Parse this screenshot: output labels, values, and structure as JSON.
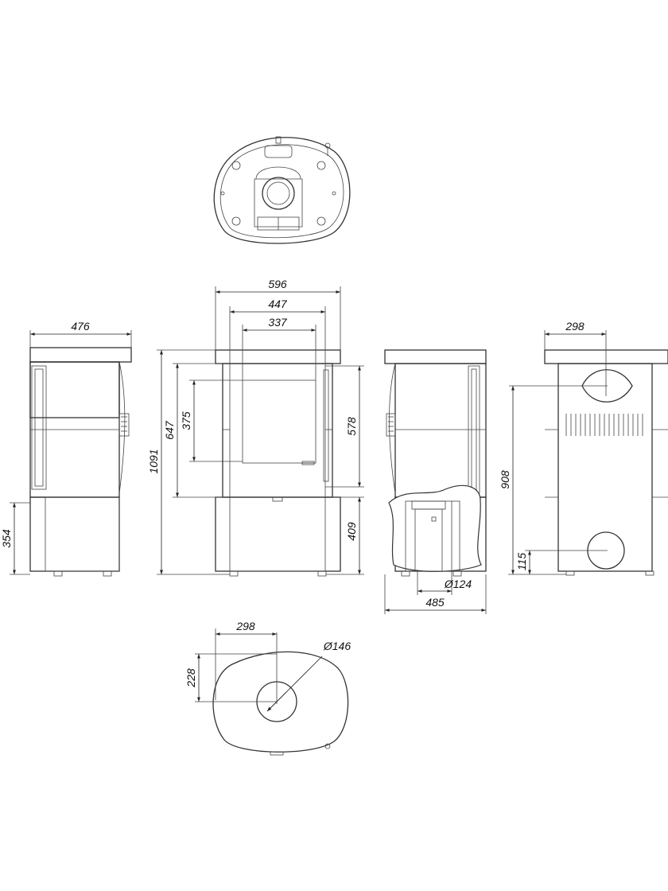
{
  "dimensions": {
    "front_width": "596",
    "front_opening_outer": "447",
    "front_opening_inner": "337",
    "front_total_height": "1091",
    "front_door_height": "647",
    "front_glass_height": "375",
    "front_right_upper": "578",
    "front_base_height": "409",
    "side_left_depth": "476",
    "side_left_inlet_height": "354",
    "side_right_depth": "485",
    "side_right_air_diameter": "Ø124",
    "rear_offset": "298",
    "rear_flue_height": "908",
    "rear_air_height": "115",
    "top_offset_x": "298",
    "top_offset_y": "228",
    "top_flue_diameter": "Ø146"
  }
}
